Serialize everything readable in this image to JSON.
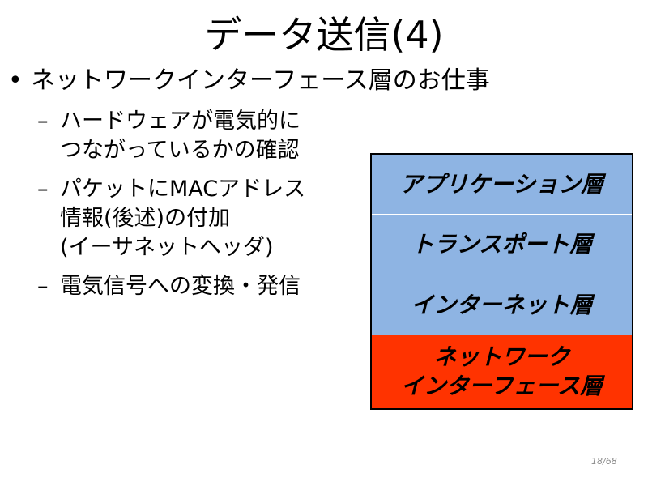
{
  "slide": {
    "title": "データ送信(4)",
    "main_bullet": "ネットワークインターフェース層のお仕事",
    "bullet_glyph": "•",
    "dash_glyph": "–",
    "sub_bullets": [
      "ハードウェアが電気的に\nつながっているかの確認",
      "パケットにMACアドレス\n情報(後述)の付加\n(イーサネットヘッダ)",
      "電気信号への変換・発信"
    ],
    "layers": [
      {
        "label": "アプリケーション層",
        "color": "#8eb4e3"
      },
      {
        "label": "トランスポート層",
        "color": "#8eb4e3"
      },
      {
        "label": "インターネット層",
        "color": "#8eb4e3"
      },
      {
        "label": "ネットワーク\nインターフェース層",
        "color": "#ff3300"
      }
    ],
    "page_current": "18",
    "page_total": "68"
  }
}
